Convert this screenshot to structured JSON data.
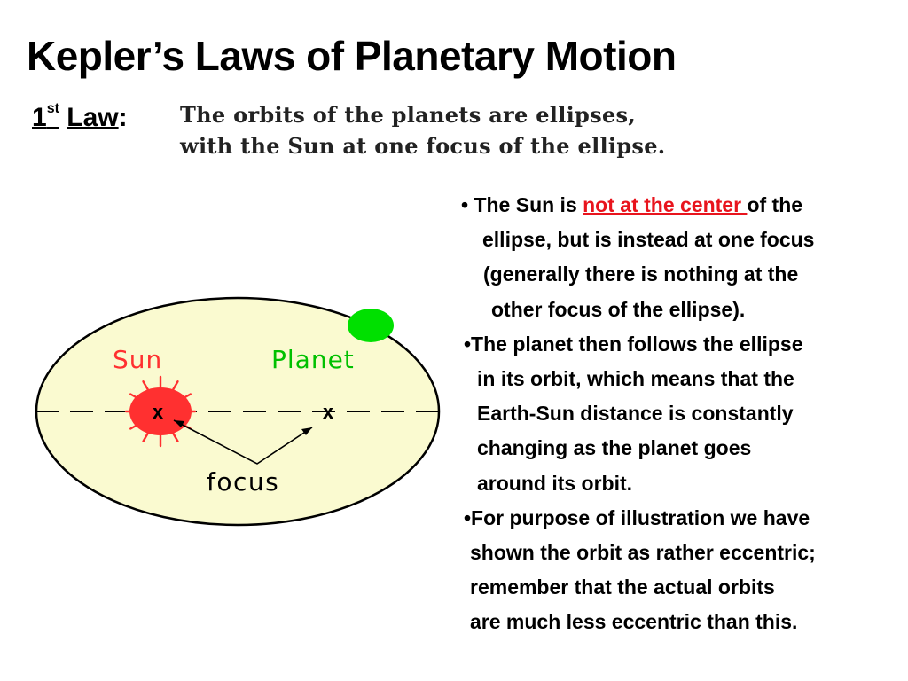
{
  "slide": {
    "title": "Kepler’s Laws of Planetary Motion",
    "law_number": "1",
    "law_suffix": "st",
    "law_word": "Law",
    "law_colon": ":",
    "statement_lines": [
      "The orbits of the planets are ellipses,",
      "with the Sun at one focus of the ellipse."
    ]
  },
  "diagram": {
    "sun_label": "Sun",
    "planet_label": "Planet",
    "focus_label": "focus",
    "focus_marker": "x",
    "colors": {
      "ellipse_fill": "#fafad0",
      "sun": "#ff3030",
      "sun_label": "#ff3030",
      "planet": "#00e000",
      "planet_label": "#00c000"
    }
  },
  "notes": {
    "b1_l1_pre": "• The Sun is ",
    "b1_l1_red": "not at the center ",
    "b1_l1_post": "of the",
    "b1_l2": "ellipse, but is instead at one focus",
    "b1_l3": "(generally there is nothing at the",
    "b1_l4": "other focus of the ellipse).",
    "b2_l1": "•The planet then follows the ellipse",
    "b2_l2": "in its orbit, which means that the",
    "b2_l3": "Earth-Sun distance is constantly",
    "b2_l4": "changing as the planet goes",
    "b2_l5": "around its orbit.",
    "b3_l1": "•For purpose of illustration we have",
    "b3_l2": "shown the orbit as rather eccentric;",
    "b3_l3": "remember that the actual orbits",
    "b3_l4": "are much less eccentric than this.",
    "highlight_color": "#e8141d"
  }
}
